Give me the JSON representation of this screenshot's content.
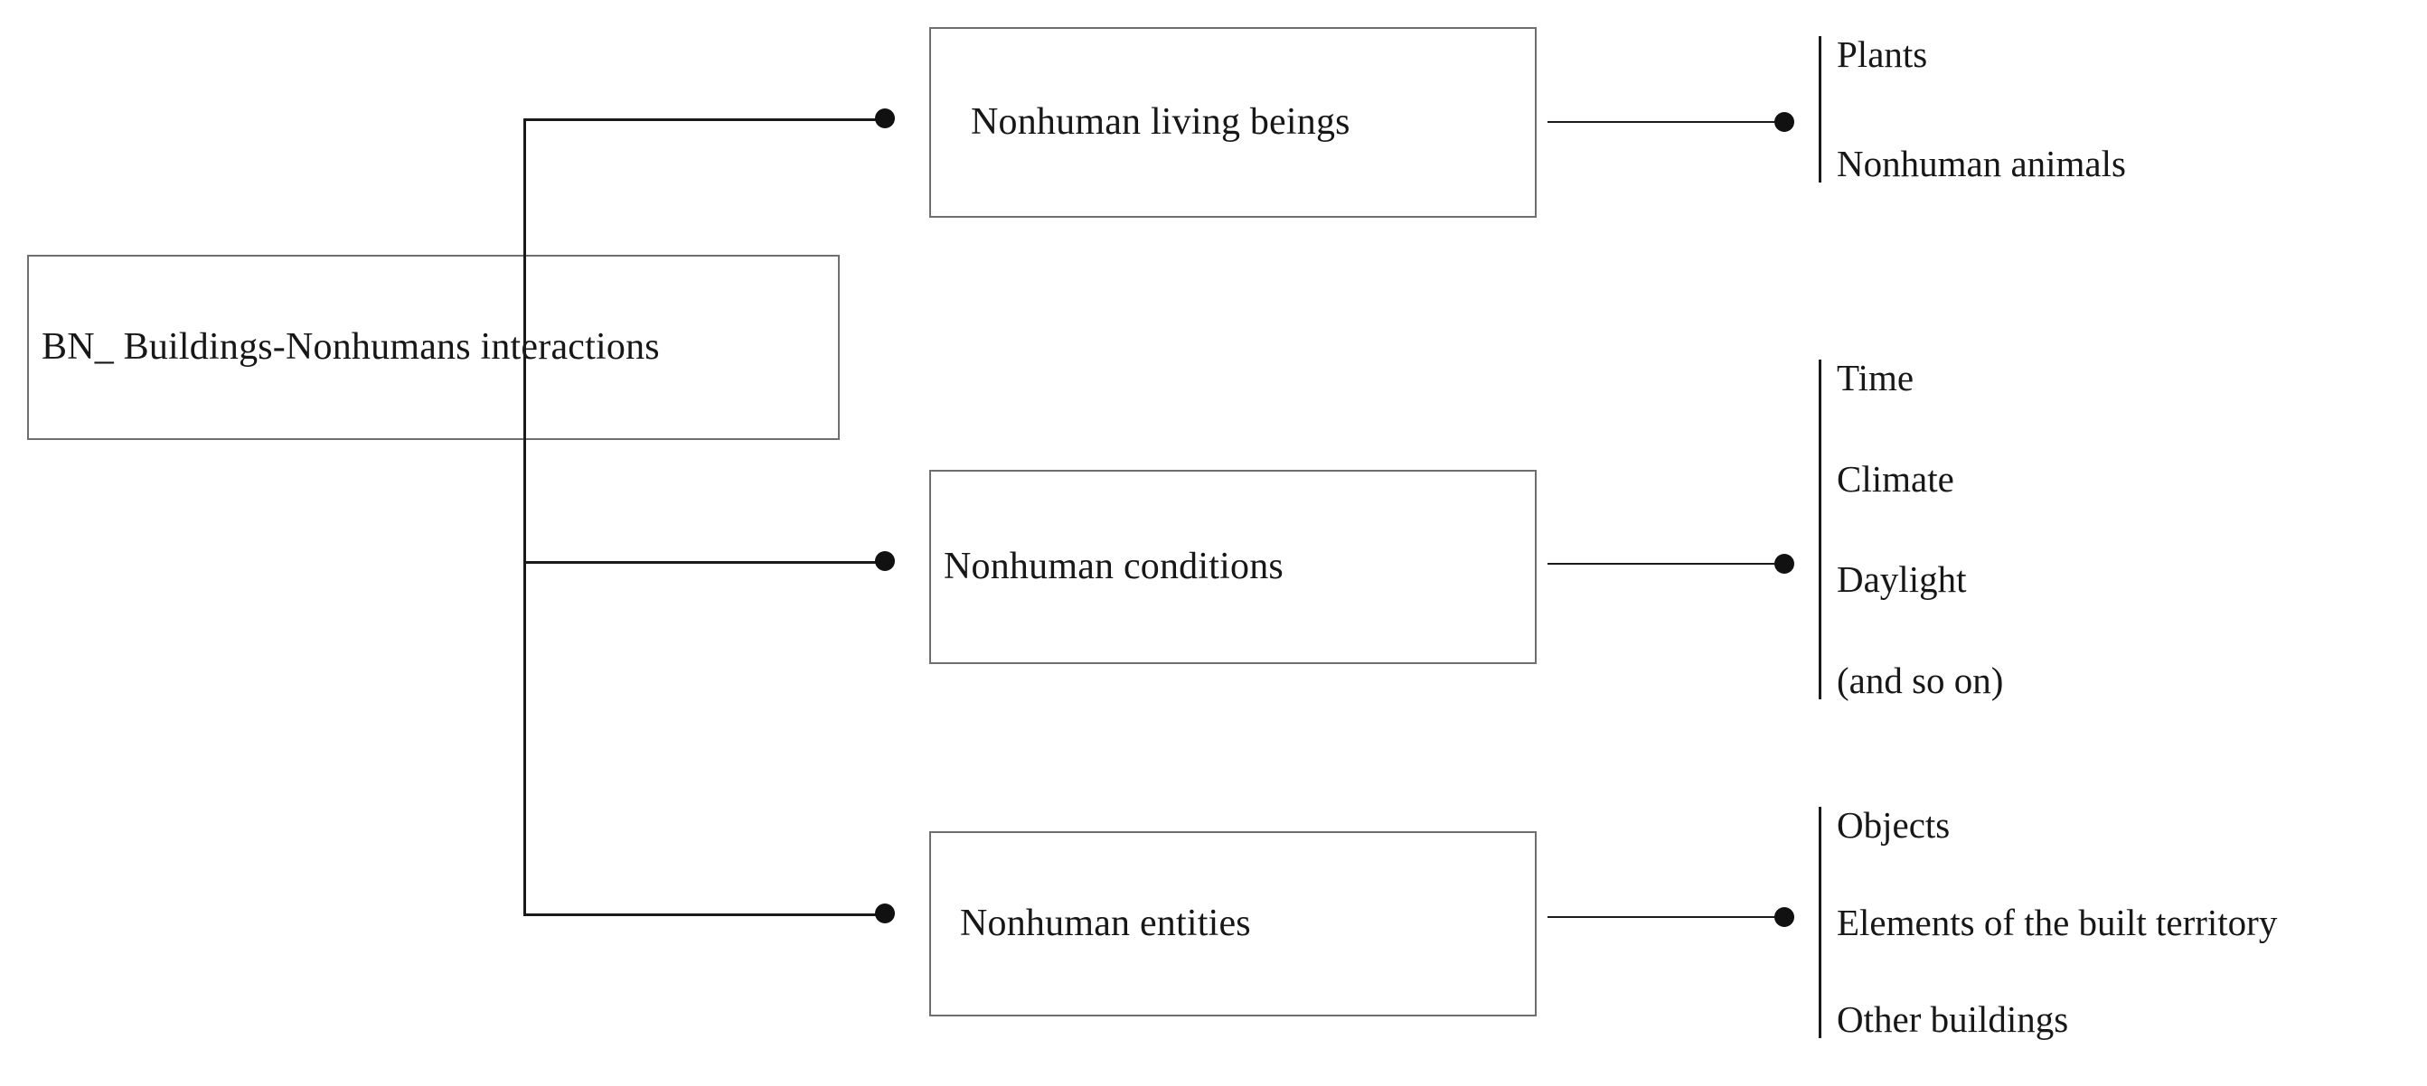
{
  "diagram": {
    "root": {
      "label": "BN_ Buildings-Nonhumans interactions"
    },
    "branches": [
      {
        "id": "living",
        "label": "Nonhuman living beings",
        "leaves": [
          "Plants",
          "Nonhuman animals"
        ]
      },
      {
        "id": "conditions",
        "label": "Nonhuman conditions",
        "leaves": [
          "Time",
          "Climate",
          "Daylight",
          "(and so on)"
        ]
      },
      {
        "id": "entities",
        "label": "Nonhuman entities",
        "leaves": [
          "Objects",
          "Elements of the built territory",
          "Other buildings"
        ]
      }
    ],
    "colors": {
      "line": "#1a1a1a",
      "box_border": "#6f6f6f",
      "text": "#171717",
      "background": "#ffffff"
    }
  }
}
